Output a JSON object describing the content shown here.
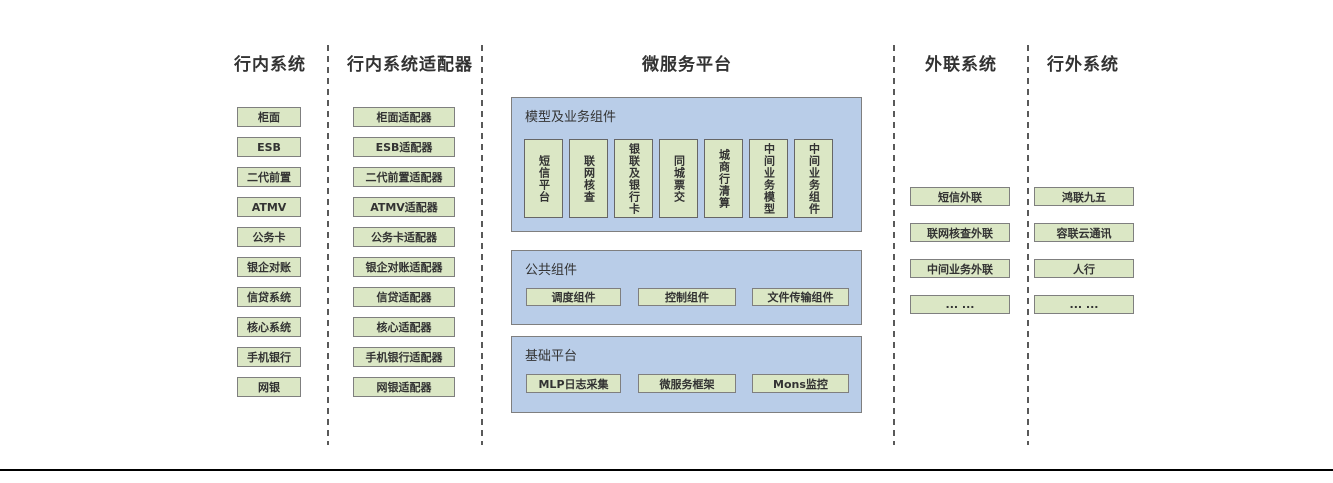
{
  "colors": {
    "green_fill": "#dbe7c5",
    "green_border": "#7f7f7f",
    "blue_fill": "#b9cde8",
    "blue_border": "#7f7f7f",
    "divider": "#595959",
    "baseline": "#000000",
    "text": "#333333"
  },
  "columns": {
    "internal": {
      "title": "行内系统",
      "items": [
        "柜面",
        "ESB",
        "二代前置",
        "ATMV",
        "公务卡",
        "银企对账",
        "信贷系统",
        "核心系统",
        "手机银行",
        "网银"
      ]
    },
    "adapters": {
      "title": "行内系统适配器",
      "items": [
        "柜面适配器",
        "ESB适配器",
        "二代前置适配器",
        "ATMV适配器",
        "公务卡适配器",
        "银企对账适配器",
        "信贷适配器",
        "核心适配器",
        "手机银行适配器",
        "网银适配器"
      ]
    },
    "platform": {
      "title": "微服务平台",
      "groups": [
        {
          "title": "模型及业务组件",
          "items": [
            "短信平台",
            "联网核查",
            "银联及银行卡",
            "同城票交",
            "城商行清算",
            "中间业务模型",
            "中间业务组件"
          ]
        },
        {
          "title": "公共组件",
          "items": [
            "调度组件",
            "控制组件",
            "文件传输组件"
          ]
        },
        {
          "title": "基础平台",
          "items": [
            "MLP日志采集",
            "微服务框架",
            "Mons监控"
          ]
        }
      ]
    },
    "external_link": {
      "title": "外联系统",
      "items": [
        "短信外联",
        "联网核查外联",
        "中间业务外联",
        "... ..."
      ]
    },
    "external": {
      "title": "行外系统",
      "items": [
        "鸿联九五",
        "容联云通讯",
        "人行",
        "... ..."
      ]
    }
  }
}
